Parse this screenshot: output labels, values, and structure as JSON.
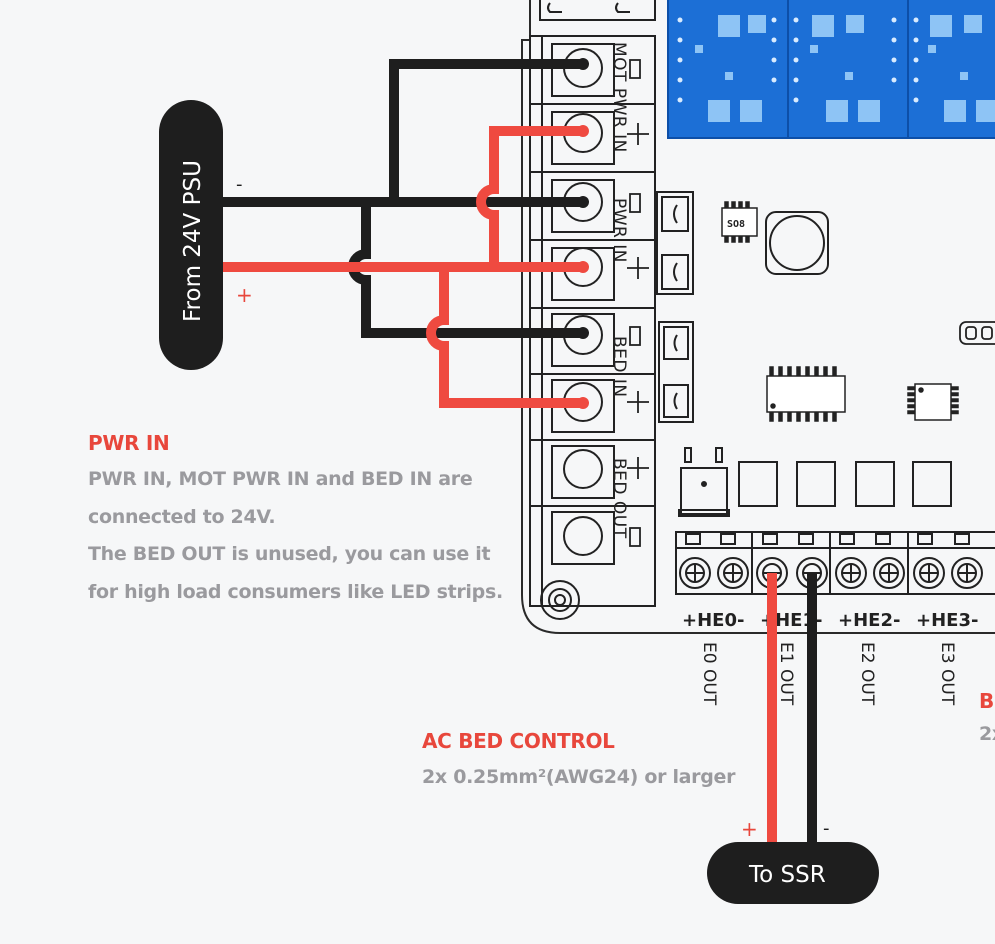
{
  "psu": {
    "label": "From 24V PSU",
    "minus": "-",
    "plus": "+"
  },
  "ssr": {
    "label": "To SSR",
    "plus": "+",
    "minus": "-"
  },
  "connectors": {
    "mot_pwr_in": "MOT PWR IN",
    "pwr_in": "PWR IN",
    "bed_in": "BED IN",
    "bed_out": "BED OUT"
  },
  "chip_label": "SO8",
  "heater_labels": [
    "+HE0-",
    "+HE1-",
    "+HE2-",
    "+HE3-"
  ],
  "heater_outs": [
    "E0 OUT",
    "E1 OUT",
    "E2 OUT",
    "E3 OUT"
  ],
  "pwr_note": {
    "title": "PWR IN",
    "lines": [
      "PWR IN, MOT PWR IN and BED IN are",
      "connected to 24V.",
      "The BED OUT is unused, you can use it",
      "for high load consumers like LED strips."
    ]
  },
  "bed_note": {
    "title": "AC BED CONTROL",
    "spec": "2x 0.25mm²(AWG24) or larger"
  },
  "right_cut": {
    "title": "B",
    "spec": "2x"
  },
  "colors": {
    "wire_red": "#ef4a40",
    "wire_black": "#1e1e1e",
    "board_blue": "#1c6fd6",
    "accent_red": "#e8473c"
  }
}
